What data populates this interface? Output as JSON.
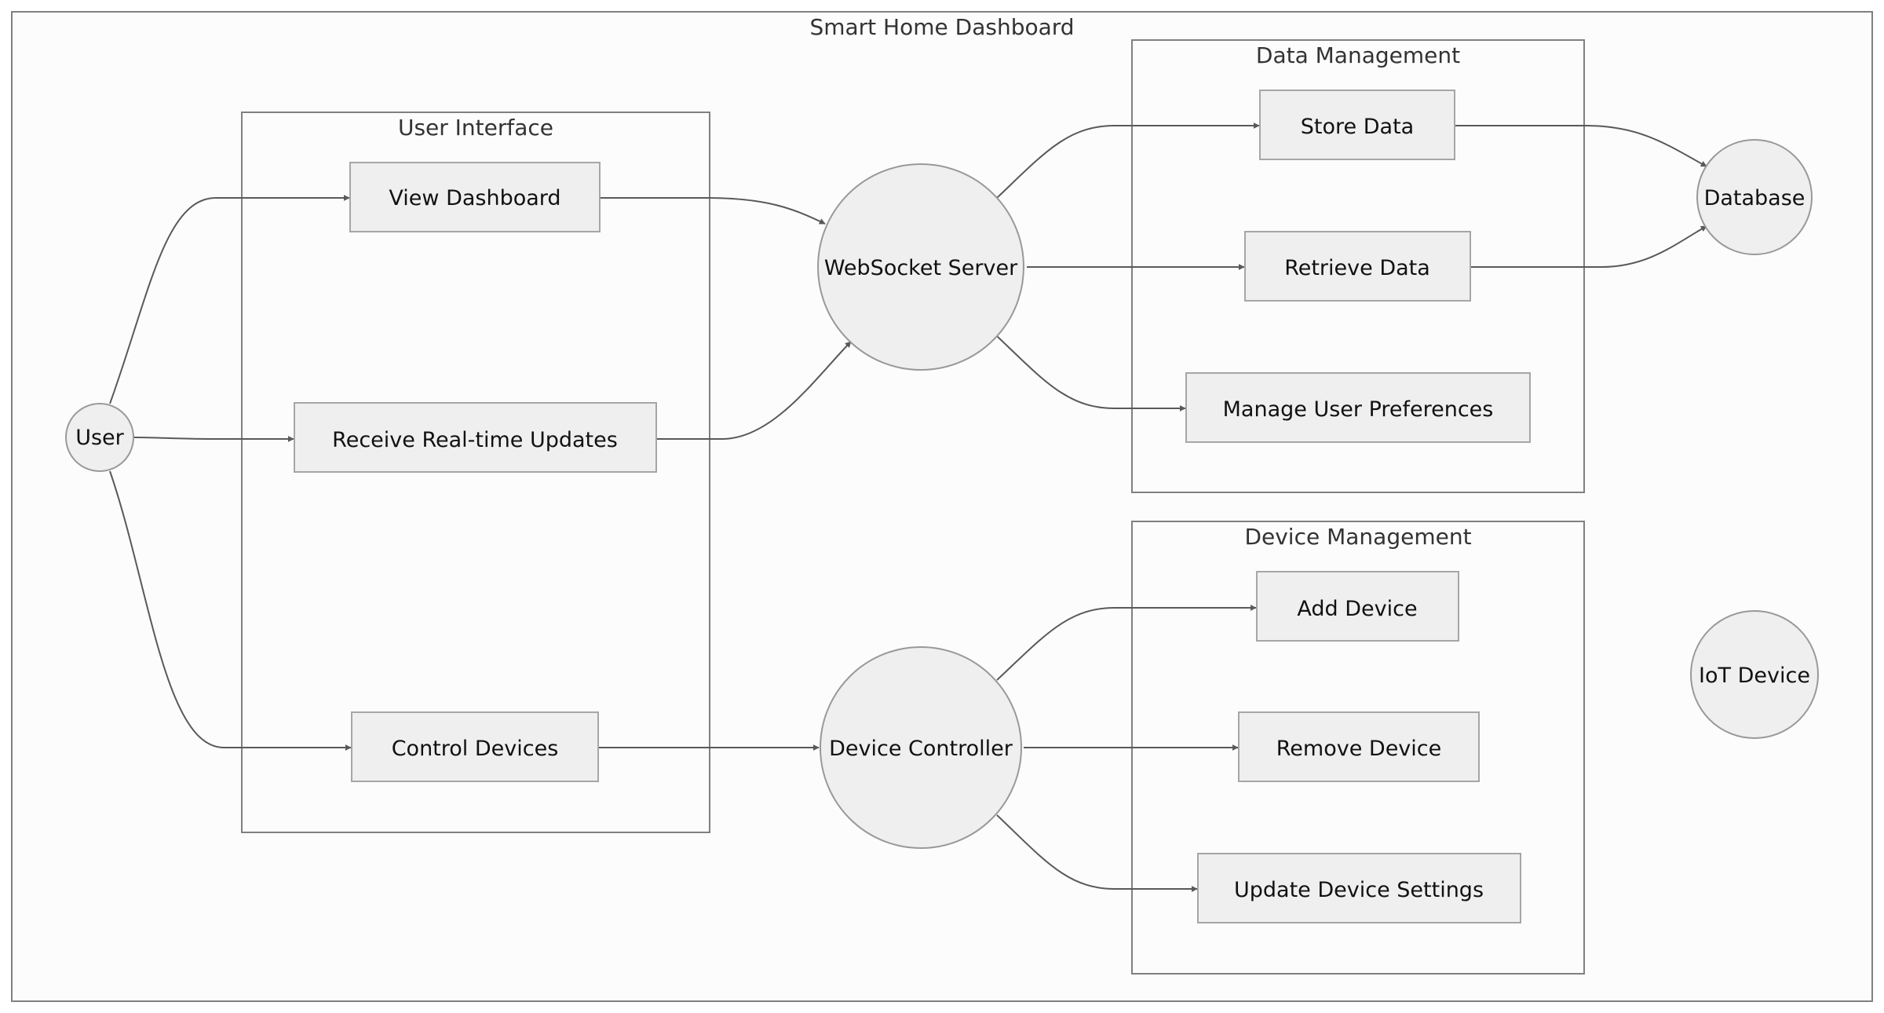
{
  "diagram": {
    "title": "Smart Home Dashboard",
    "clusters": {
      "user_interface": "User Interface",
      "data_management": "Data Management",
      "device_management": "Device Management"
    },
    "nodes": {
      "user": "User",
      "view_dashboard": "View Dashboard",
      "receive_updates": "Receive Real-time Updates",
      "control_devices": "Control Devices",
      "websocket_server": "WebSocket Server",
      "device_controller": "Device Controller",
      "store_data": "Store Data",
      "retrieve_data": "Retrieve Data",
      "manage_preferences": "Manage User Preferences",
      "add_device": "Add Device",
      "remove_device": "Remove Device",
      "update_settings": "Update Device Settings",
      "database": "Database",
      "iot_device": "IoT Device"
    },
    "edges": [
      {
        "from": "User",
        "to": "View Dashboard"
      },
      {
        "from": "User",
        "to": "Receive Real-time Updates"
      },
      {
        "from": "User",
        "to": "Control Devices"
      },
      {
        "from": "View Dashboard",
        "to": "WebSocket Server"
      },
      {
        "from": "Receive Real-time Updates",
        "to": "WebSocket Server"
      },
      {
        "from": "Control Devices",
        "to": "Device Controller"
      },
      {
        "from": "WebSocket Server",
        "to": "Store Data"
      },
      {
        "from": "WebSocket Server",
        "to": "Retrieve Data"
      },
      {
        "from": "WebSocket Server",
        "to": "Manage User Preferences"
      },
      {
        "from": "Store Data",
        "to": "Database"
      },
      {
        "from": "Retrieve Data",
        "to": "Database"
      },
      {
        "from": "Device Controller",
        "to": "Add Device"
      },
      {
        "from": "Device Controller",
        "to": "Remove Device"
      },
      {
        "from": "Device Controller",
        "to": "Update Device Settings"
      }
    ],
    "colors": {
      "node_fill": "#efefef",
      "node_stroke": "#a6a6a6",
      "edge": "#595959",
      "cluster_stroke": "#808080",
      "background": "#fcfcfc"
    }
  }
}
